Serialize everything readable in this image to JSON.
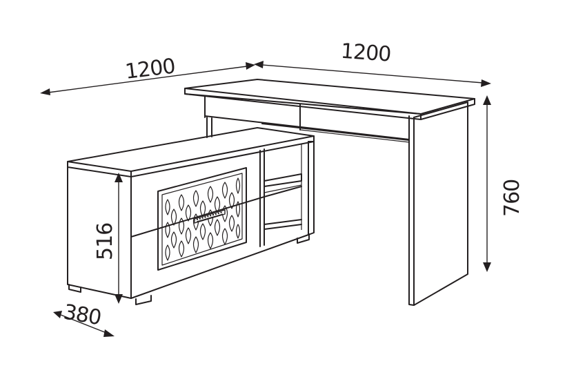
{
  "diagram": {
    "subject": "corner desk with drawer cabinet and open shelves",
    "dimensions": {
      "desk_width": "1200",
      "cabinet_width": "1200",
      "height": "760",
      "cabinet_height": "516",
      "cabinet_depth": "380"
    },
    "colors": {
      "line": "#231f20",
      "background": "#ffffff"
    }
  }
}
